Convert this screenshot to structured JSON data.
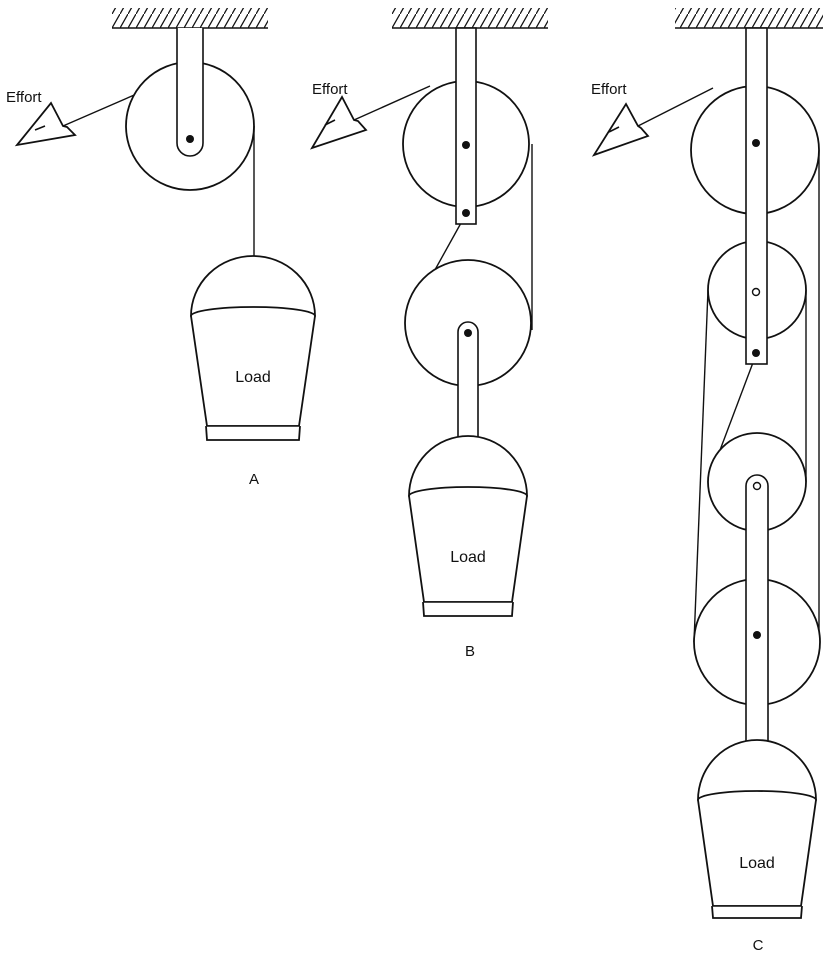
{
  "figures": [
    {
      "caption": "A",
      "effort_label": "Effort",
      "load_label": "Load"
    },
    {
      "caption": "B",
      "effort_label": "Effort",
      "load_label": "Load"
    },
    {
      "caption": "C",
      "effort_label": "Effort",
      "load_label": "Load"
    }
  ]
}
